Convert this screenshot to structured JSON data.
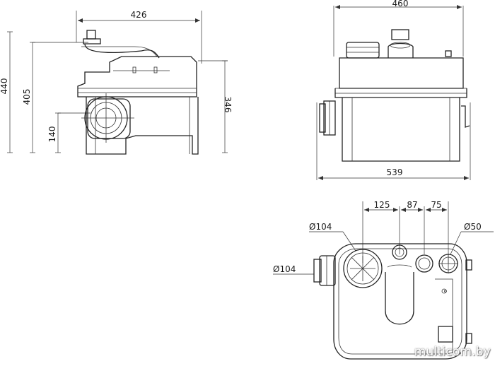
{
  "dimensions": {
    "side_width": "426",
    "side_height_total": "440",
    "side_height_405": "405",
    "side_inlet_height": "140",
    "side_height_346": "346",
    "front_width": "460",
    "front_overall": "539",
    "top_125": "125",
    "top_87": "87",
    "top_75": "75",
    "top_inlet_d104": "Ø104",
    "top_outlet_d50": "Ø50",
    "top_side_d104": "Ø104"
  },
  "watermark": "multicom.by"
}
